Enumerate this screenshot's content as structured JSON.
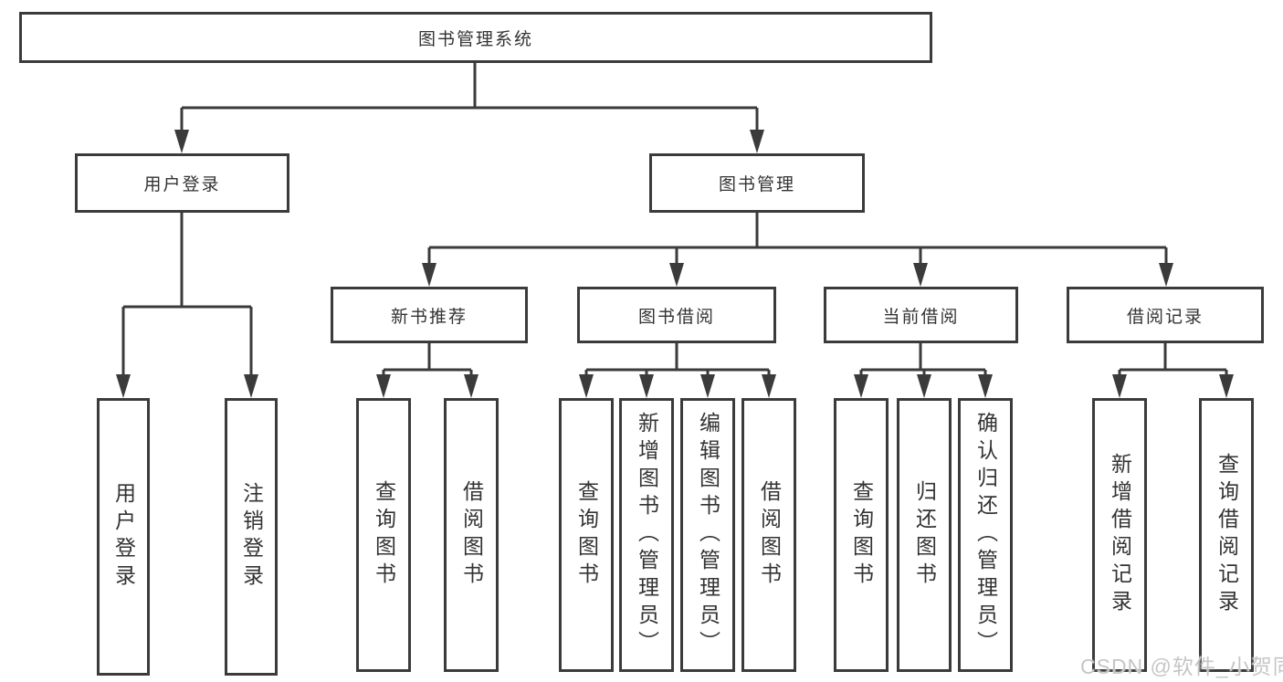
{
  "diagram": {
    "root": {
      "label": "图书管理系统"
    },
    "level2": [
      {
        "label": "用户登录"
      },
      {
        "label": "图书管理"
      }
    ],
    "level3": [
      {
        "label": "新书推荐"
      },
      {
        "label": "图书借阅"
      },
      {
        "label": "当前借阅"
      },
      {
        "label": "借阅记录"
      }
    ],
    "leaves": {
      "user_login": [
        {
          "label": "用户登录"
        },
        {
          "label": "注销登录"
        }
      ],
      "new_book_recommend": [
        {
          "label": "查询图书"
        },
        {
          "label": "借阅图书"
        }
      ],
      "book_borrow": [
        {
          "label": "查询图书"
        },
        {
          "label": "新增图书（管理员）"
        },
        {
          "label": "编辑图书（管理员）"
        },
        {
          "label": "借阅图书"
        }
      ],
      "current_borrow": [
        {
          "label": "查询图书"
        },
        {
          "label": "归还图书"
        },
        {
          "label": "确认归还（管理员）"
        }
      ],
      "borrow_records": [
        {
          "label": "新增借阅记录"
        },
        {
          "label": "查询借阅记录"
        }
      ]
    },
    "watermark": "CSDN @软件_小贺同学",
    "colors": {
      "line": "#3b3b3b",
      "text": "#333333",
      "background": "#ffffff",
      "watermark": "#c6c6c6"
    }
  }
}
